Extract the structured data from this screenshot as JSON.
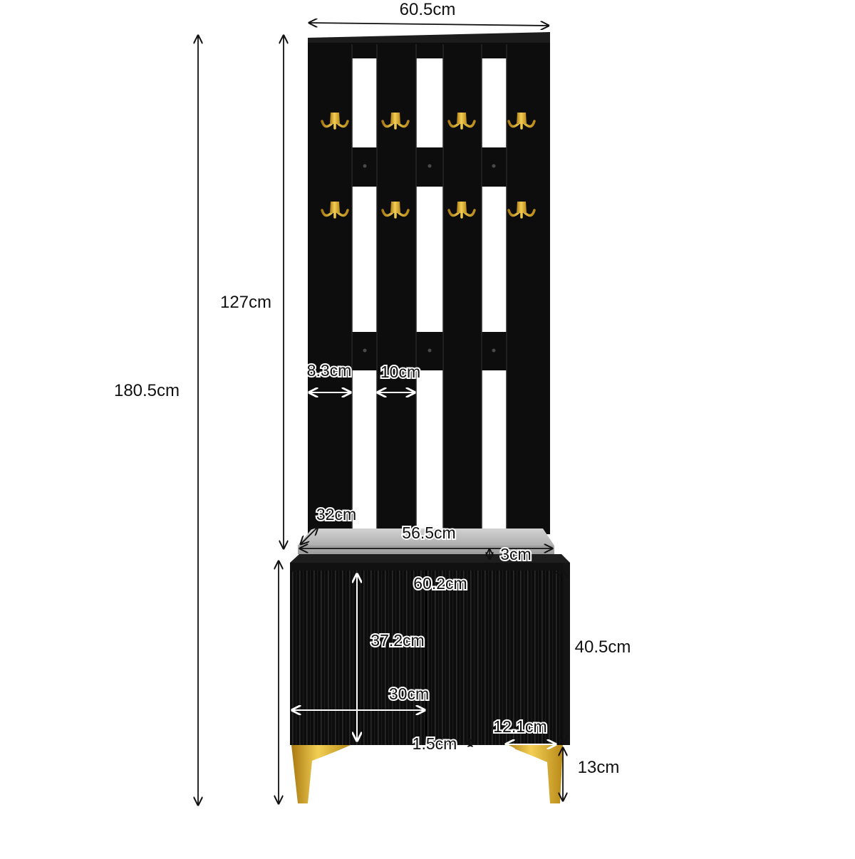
{
  "product": {
    "colors": {
      "body": "#0d0d0d",
      "hardware_gold": "#d9a520",
      "cushion": "#b9b9b9",
      "dimension_line": "#111111"
    },
    "icons": [
      "coat-hook-icon",
      "gold-leg-icon",
      "seat-cushion-icon"
    ]
  },
  "dimensions": {
    "total_width": "60.5cm",
    "total_height": "180.5cm",
    "panel_height": "127cm",
    "side_gap": "8.3cm",
    "slat_width": "10cm",
    "depth": "32cm",
    "cushion_width": "56.5cm",
    "cushion_thickness": "3cm",
    "cabinet_width": "60.2cm",
    "inner_height": "37.2cm",
    "door_width": "30cm",
    "cabinet_height": "40.5cm",
    "leg_width": "12.1cm",
    "leg_offset": "1.5cm",
    "leg_height": "13cm"
  }
}
